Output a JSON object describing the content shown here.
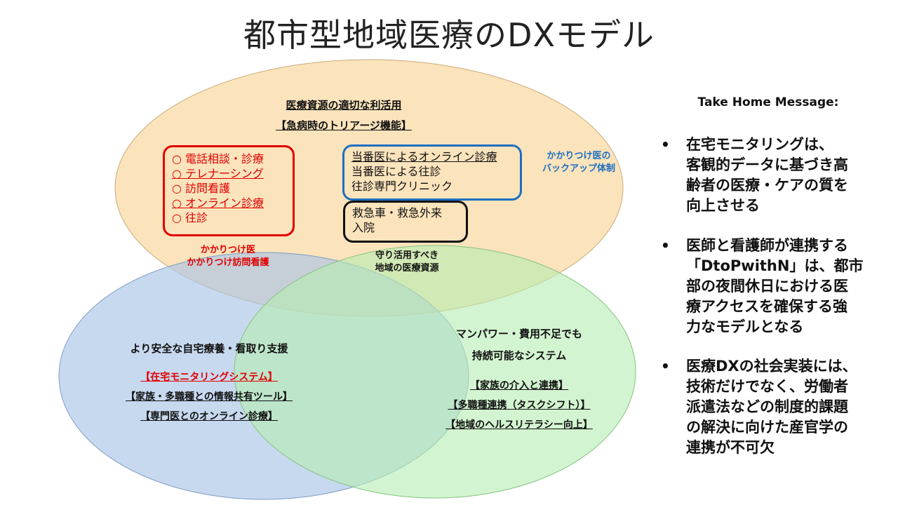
{
  "title": "都市型地域医療のDXモデル",
  "top_circle": {
    "header1": "医療資源の適切な利活用",
    "header2": "【急病時のトリアージ機能】",
    "red_box_items": [
      {
        "text": "○ 電話相談・診療",
        "underline": false
      },
      {
        "text": "○ テレナーシング",
        "underline": true
      },
      {
        "text": "○ 訪問看護",
        "underline": false
      },
      {
        "text": "○ オンライン診療",
        "underline": true
      },
      {
        "text": "○ 往診",
        "underline": false
      }
    ],
    "red_note": [
      "かかりつけ医",
      "かかりつけ訪問看護"
    ],
    "blue_box_items": [
      {
        "text": "当番医によるオンライン診療",
        "underline": true
      },
      {
        "text": "当番医による往診",
        "underline": false
      },
      {
        "text": "往診専門クリニック",
        "underline": false
      }
    ],
    "blue_note": [
      "かかりつけ医の",
      "バックアップ体制"
    ],
    "black_box_items": [
      "救急車・救急外来",
      "入院"
    ],
    "black_note": [
      "守り活用すべき",
      "地域の医療資源"
    ]
  },
  "left_circle": {
    "header": "より安全な自宅療養・看取り支援",
    "items": [
      {
        "text": "【在宅モニタリングシステム】",
        "color": "#e00000"
      },
      {
        "text": "【家族・多職種との情報共有ツール】",
        "color": "#111111"
      },
      {
        "text": "【専門医とのオンライン診療】",
        "color": "#111111"
      }
    ]
  },
  "right_circle": {
    "header1": "マンパワー・費用不足でも",
    "header2": "持続可能なシステム",
    "items": [
      "【家族の介入と連携】",
      "【多職種連携（タスクシフト）】",
      "【地域のヘルスリテラシー向上】"
    ]
  },
  "take_home": {
    "title": "Take Home Message:",
    "bullets": [
      {
        "dot": "•",
        "lines": [
          "在宅モニタリングは、",
          "客観的データに基づき高",
          "齢者の医療・ケアの質を",
          "向上させる"
        ]
      },
      {
        "dot": "•",
        "lines": [
          "医師と看護師が連携する",
          "「DtoPwithN」は、都市",
          "部の夜間休日における医",
          "療アクセスを確保する強",
          "力なモデルとなる"
        ]
      },
      {
        "dot": "•",
        "lines": [
          "医療DXの社会実装には、",
          "技術だけでなく、労働者",
          "派遣法などの制度的課題",
          "の解決に向けた産官学の",
          "連携が不可欠"
        ]
      }
    ]
  },
  "colors": {
    "top_circle": "#f9d9a6",
    "left_circle": "#a9c4e6",
    "right_circle": "#b6ecb0",
    "red": "#e00000",
    "blue": "#1c6fc0"
  }
}
